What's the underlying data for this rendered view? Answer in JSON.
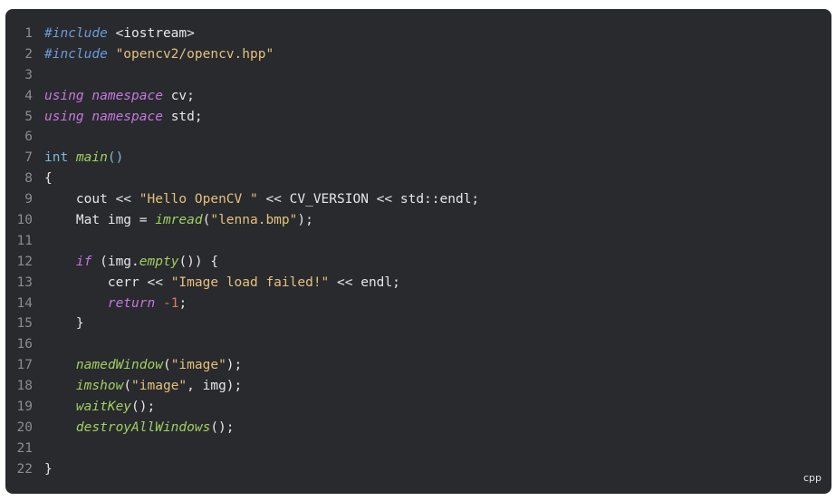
{
  "code_block": {
    "language": "cpp",
    "lines": [
      {
        "num": "1",
        "tokens": [
          {
            "t": "#include",
            "c": "pp"
          },
          {
            "t": " <iostream>",
            "c": ""
          }
        ]
      },
      {
        "num": "2",
        "tokens": [
          {
            "t": "#include",
            "c": "pp"
          },
          {
            "t": " ",
            "c": ""
          },
          {
            "t": "\"opencv2/opencv.hpp\"",
            "c": "st"
          }
        ]
      },
      {
        "num": "3",
        "tokens": []
      },
      {
        "num": "4",
        "tokens": [
          {
            "t": "using",
            "c": "kw"
          },
          {
            "t": " ",
            "c": ""
          },
          {
            "t": "namespace",
            "c": "kw"
          },
          {
            "t": " cv;",
            "c": ""
          }
        ]
      },
      {
        "num": "5",
        "tokens": [
          {
            "t": "using",
            "c": "kw"
          },
          {
            "t": " ",
            "c": ""
          },
          {
            "t": "namespace",
            "c": "kw"
          },
          {
            "t": " std;",
            "c": ""
          }
        ]
      },
      {
        "num": "6",
        "tokens": []
      },
      {
        "num": "7",
        "tokens": [
          {
            "t": "int",
            "c": "ty"
          },
          {
            "t": " ",
            "c": ""
          },
          {
            "t": "main",
            "c": "fn"
          },
          {
            "t": "()",
            "c": "ty"
          }
        ]
      },
      {
        "num": "8",
        "tokens": [
          {
            "t": "{",
            "c": ""
          }
        ]
      },
      {
        "num": "9",
        "tokens": [
          {
            "t": "    cout << ",
            "c": ""
          },
          {
            "t": "\"Hello OpenCV \"",
            "c": "st"
          },
          {
            "t": " << CV_VERSION << std::endl;",
            "c": ""
          }
        ]
      },
      {
        "num": "10",
        "tokens": [
          {
            "t": "    Mat img = ",
            "c": ""
          },
          {
            "t": "imread",
            "c": "fn"
          },
          {
            "t": "(",
            "c": ""
          },
          {
            "t": "\"lenna.bmp\"",
            "c": "st"
          },
          {
            "t": ");",
            "c": ""
          }
        ]
      },
      {
        "num": "11",
        "tokens": []
      },
      {
        "num": "12",
        "tokens": [
          {
            "t": "    ",
            "c": ""
          },
          {
            "t": "if",
            "c": "kw"
          },
          {
            "t": " (img.",
            "c": ""
          },
          {
            "t": "empty",
            "c": "fn"
          },
          {
            "t": "()) {",
            "c": ""
          }
        ]
      },
      {
        "num": "13",
        "tokens": [
          {
            "t": "        cerr << ",
            "c": ""
          },
          {
            "t": "\"Image load failed!\"",
            "c": "st"
          },
          {
            "t": " << endl;",
            "c": ""
          }
        ]
      },
      {
        "num": "14",
        "tokens": [
          {
            "t": "        ",
            "c": ""
          },
          {
            "t": "return",
            "c": "kw"
          },
          {
            "t": " ",
            "c": ""
          },
          {
            "t": "-1",
            "c": "nm"
          },
          {
            "t": ";",
            "c": ""
          }
        ]
      },
      {
        "num": "15",
        "tokens": [
          {
            "t": "    }",
            "c": ""
          }
        ]
      },
      {
        "num": "16",
        "tokens": []
      },
      {
        "num": "17",
        "tokens": [
          {
            "t": "    ",
            "c": ""
          },
          {
            "t": "namedWindow",
            "c": "fn"
          },
          {
            "t": "(",
            "c": ""
          },
          {
            "t": "\"image\"",
            "c": "st"
          },
          {
            "t": ");",
            "c": ""
          }
        ]
      },
      {
        "num": "18",
        "tokens": [
          {
            "t": "    ",
            "c": ""
          },
          {
            "t": "imshow",
            "c": "fn"
          },
          {
            "t": "(",
            "c": ""
          },
          {
            "t": "\"image\"",
            "c": "st"
          },
          {
            "t": ", img);",
            "c": ""
          }
        ]
      },
      {
        "num": "19",
        "tokens": [
          {
            "t": "    ",
            "c": ""
          },
          {
            "t": "waitKey",
            "c": "fn"
          },
          {
            "t": "();",
            "c": ""
          }
        ]
      },
      {
        "num": "20",
        "tokens": [
          {
            "t": "    ",
            "c": ""
          },
          {
            "t": "destroyAllWindows",
            "c": "fn"
          },
          {
            "t": "();",
            "c": ""
          }
        ]
      },
      {
        "num": "21",
        "tokens": []
      },
      {
        "num": "22",
        "tokens": [
          {
            "t": "}",
            "c": ""
          }
        ]
      }
    ]
  }
}
